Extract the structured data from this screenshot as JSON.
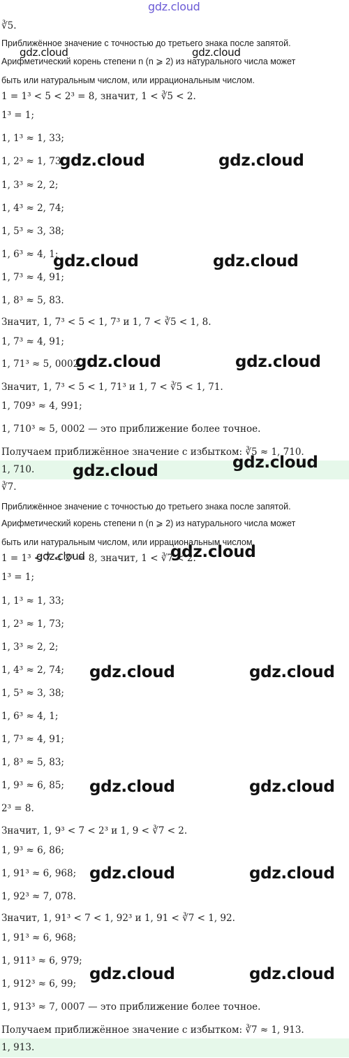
{
  "brand": "gdz.cloud",
  "sections": [
    {
      "lines": [
        "∛5.",
        "Приближённое значение с точностью до третьего знака после запятой.",
        "Арифметический корень степени n (n ⩾ 2) из натурального числа может",
        "быть или натуральным числом, или иррациональным числом.",
        "1 = 1³ < 5 < 2³ = 8, значит, 1 < ∛5 < 2.",
        "1³ = 1;",
        "1, 1³ ≈ 1, 33;",
        "1, 2³ ≈ 1, 73;",
        "1, 3³ ≈ 2, 2;",
        "1, 4³ ≈ 2, 74;",
        "1, 5³ ≈ 3, 38;",
        "1, 6³ ≈ 4, 1;",
        "1, 7³ ≈ 4, 91;",
        "1, 8³ ≈ 5, 83.",
        "Значит, 1, 7³ < 5 < 1, 7³ и 1, 7 < ∛5 < 1, 8.",
        "1, 7³ ≈ 4, 91;",
        "1, 71³ ≈ 5, 0002.",
        "Значит, 1, 7³ < 5 < 1, 71³ и 1, 7 < ∛5 < 1, 71.",
        "1, 709³ ≈ 4, 991;",
        "1, 710³ ≈ 5, 0002 — это приближение более точное.",
        "Получаем приближённое значение с избытком: ∛5 ≈ 1, 710."
      ],
      "answer": "1, 710."
    },
    {
      "lines": [
        "∛7.",
        "Приближённое значение с точностью до третьего знака после запятой.",
        "Арифметический корень степени n (n ⩾ 2) из натурального числа может",
        "быть или натуральным числом, или иррациональным числом.",
        "1 = 1³ < 7 < 2³ = 8, значит, 1 < ∛7 < 2.",
        "1³ = 1;",
        "1, 1³ ≈ 1, 33;",
        "1, 2³ ≈ 1, 73;",
        "1, 3³ ≈ 2, 2;",
        "1, 4³ ≈ 2, 74;",
        "1, 5³ ≈ 3, 38;",
        "1, 6³ ≈ 4, 1;",
        "1, 7³ ≈ 4, 91;",
        "1, 8³ ≈ 5, 83;",
        "1, 9³ ≈ 6, 85;",
        "2³ = 8.",
        "Значит, 1, 9³ < 7 < 2³ и 1, 9 < ∛7 < 2.",
        "1, 9³ ≈ 6, 86;",
        "1, 91³ ≈ 6, 968;",
        "1, 92³ ≈ 7, 078.",
        "Значит, 1, 91³ < 7 < 1, 92³ и 1, 91 < ∛7 < 1, 92.",
        "1, 91³ ≈ 6, 968;",
        "1, 911³ ≈ 6, 979;",
        "1, 912³ ≈ 6, 99;",
        "1, 913³ ≈ 7, 0007 — это приближение более точное.",
        "Получаем приближённое значение с избытком: ∛7 ≈ 1, 913."
      ],
      "answer": "1, 913."
    }
  ]
}
